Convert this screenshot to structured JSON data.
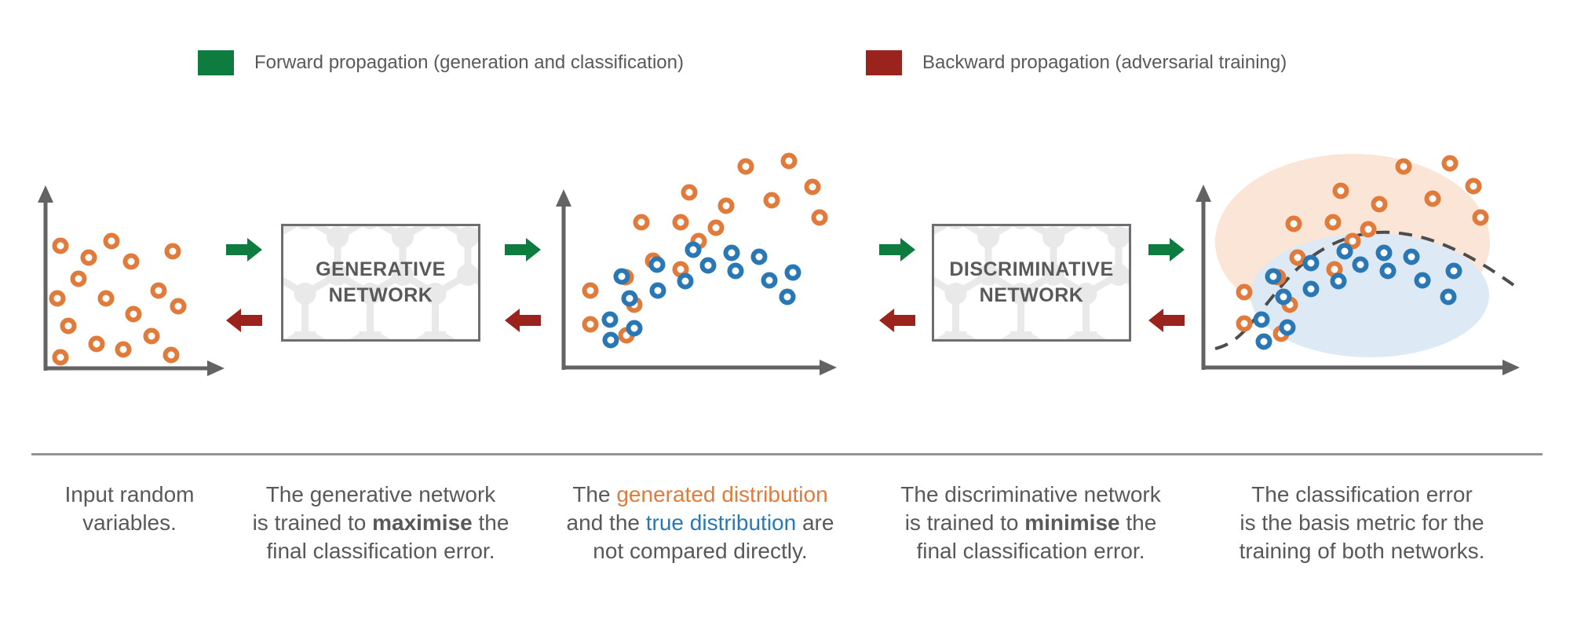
{
  "colors": {
    "green": "#0e7c3f",
    "red": "#9b231e",
    "orange": "#e07b3b",
    "blue": "#2978b5",
    "lightOrange": "#fbe5d6",
    "lightBlue": "#dde9f4",
    "axis": "#636363",
    "boundary": "#4d4d4d",
    "text": "#58595b",
    "boxBorder": "#6d6e71",
    "mesh": "#e9e9ea",
    "divider": "#949494"
  },
  "legend": {
    "items": [
      {
        "label": "Forward propagation (generation and classification)",
        "color": "green"
      },
      {
        "label": "Backward propagation (adversarial training)",
        "color": "red"
      }
    ]
  },
  "boxes": {
    "generative": {
      "line1": "GENERATIVE",
      "line2": "NETWORK"
    },
    "discriminative": {
      "line1": "DISCRIMINATIVE",
      "line2": "NETWORK"
    }
  },
  "captions": [
    {
      "lines": [
        [
          {
            "t": "Input random"
          }
        ],
        [
          {
            "t": "variables."
          }
        ]
      ]
    },
    {
      "lines": [
        [
          {
            "t": "The generative network"
          }
        ],
        [
          {
            "t": "is trained to "
          },
          {
            "t": "maximise",
            "b": true
          },
          {
            "t": " the"
          }
        ],
        [
          {
            "t": "final classification error."
          }
        ]
      ]
    },
    {
      "lines": [
        [
          {
            "t": "The "
          },
          {
            "t": "generated distribution",
            "c": "orange"
          }
        ],
        [
          {
            "t": "and the "
          },
          {
            "t": "true distribution",
            "c": "blue"
          },
          {
            "t": " are"
          }
        ],
        [
          {
            "t": "not compared directly."
          }
        ]
      ]
    },
    {
      "lines": [
        [
          {
            "t": "The discriminative network"
          }
        ],
        [
          {
            "t": "is trained to "
          },
          {
            "t": "minimise",
            "b": true
          },
          {
            "t": " the"
          }
        ],
        [
          {
            "t": "final classification error."
          }
        ]
      ]
    },
    {
      "lines": [
        [
          {
            "t": "The classification error"
          }
        ],
        [
          {
            "t": "is the basis metric for the"
          }
        ],
        [
          {
            "t": "training of both networks."
          }
        ]
      ]
    }
  ],
  "plots": {
    "input": {
      "orange": [
        [
          47,
          133
        ],
        [
          112,
          127
        ],
        [
          190,
          140
        ],
        [
          83,
          148
        ],
        [
          137,
          153
        ],
        [
          70,
          175
        ],
        [
          105,
          200
        ],
        [
          172,
          190
        ],
        [
          43,
          200
        ],
        [
          197,
          210
        ],
        [
          140,
          220
        ],
        [
          57,
          235
        ],
        [
          163,
          248
        ],
        [
          93,
          258
        ],
        [
          127,
          265
        ],
        [
          47,
          275
        ],
        [
          188,
          272
        ]
      ]
    },
    "middle": {
      "orange": [
        [
          250,
          17
        ],
        [
          305,
          10
        ],
        [
          178,
          50
        ],
        [
          225,
          67
        ],
        [
          283,
          60
        ],
        [
          335,
          43
        ],
        [
          344,
          82
        ],
        [
          117,
          88
        ],
        [
          167,
          88
        ],
        [
          212,
          95
        ],
        [
          190,
          112
        ],
        [
          132,
          137
        ],
        [
          97,
          158
        ],
        [
          167,
          148
        ],
        [
          52,
          175
        ],
        [
          108,
          193
        ],
        [
          52,
          218
        ],
        [
          98,
          232
        ]
      ],
      "blue": [
        [
          183,
          123
        ],
        [
          232,
          127
        ],
        [
          267,
          132
        ],
        [
          137,
          142
        ],
        [
          202,
          143
        ],
        [
          237,
          150
        ],
        [
          92,
          157
        ],
        [
          173,
          163
        ],
        [
          280,
          162
        ],
        [
          310,
          152
        ],
        [
          138,
          175
        ],
        [
          102,
          185
        ],
        [
          303,
          183
        ],
        [
          77,
          212
        ],
        [
          108,
          223
        ],
        [
          78,
          238
        ]
      ]
    },
    "output": {
      "orange": [
        [
          198,
          93
        ],
        [
          278,
          62
        ],
        [
          337,
          58
        ],
        [
          367,
          87
        ],
        [
          247,
          110
        ],
        [
          315,
          103
        ],
        [
          376,
          127
        ],
        [
          138,
          135
        ],
        [
          188,
          133
        ],
        [
          233,
          142
        ],
        [
          213,
          157
        ],
        [
          143,
          178
        ],
        [
          190,
          193
        ],
        [
          118,
          203
        ],
        [
          75,
          222
        ],
        [
          133,
          238
        ],
        [
          75,
          262
        ],
        [
          122,
          275
        ]
      ],
      "blue": [
        [
          203,
          170
        ],
        [
          253,
          172
        ],
        [
          288,
          177
        ],
        [
          160,
          185
        ],
        [
          223,
          187
        ],
        [
          258,
          195
        ],
        [
          112,
          202
        ],
        [
          195,
          208
        ],
        [
          302,
          207
        ],
        [
          342,
          195
        ],
        [
          160,
          218
        ],
        [
          125,
          228
        ],
        [
          335,
          228
        ],
        [
          97,
          257
        ],
        [
          130,
          267
        ],
        [
          100,
          285
        ]
      ]
    }
  }
}
